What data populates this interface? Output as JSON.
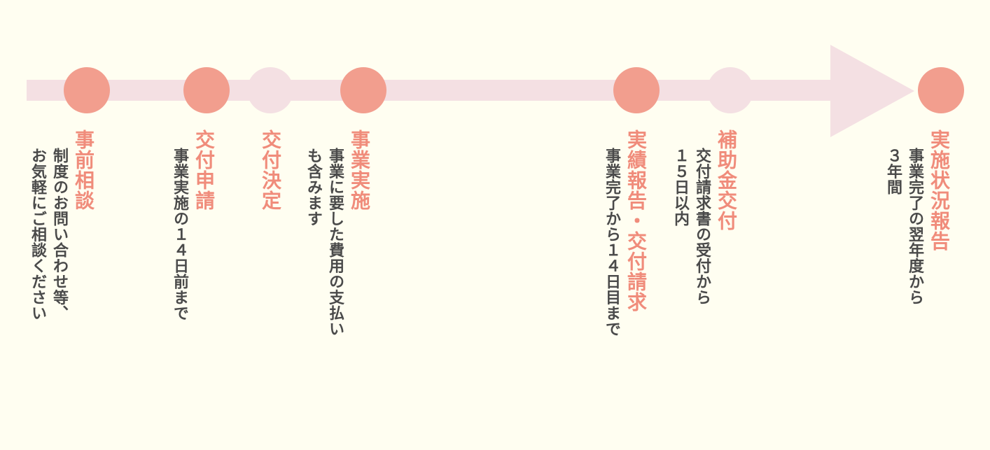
{
  "steps": [
    {
      "title": "事前相談",
      "desc": [
        "制度のお問い合わせ等、",
        "お気軽にご相談ください"
      ]
    },
    {
      "title": "交付申請",
      "desc": [
        "事業実施の１４日前まで"
      ]
    },
    {
      "title": "交付決定",
      "desc": []
    },
    {
      "title": "事業実施",
      "desc": [
        "事業に要した費用の支払い",
        "も含みます"
      ]
    },
    {
      "title": "実績報告・交付請求",
      "desc": [
        "事業完了から１４日目まで"
      ]
    },
    {
      "title": "補助金交付",
      "desc": [
        "交付請求書の受付から",
        "１５日以内"
      ]
    },
    {
      "title": "実施状況報告",
      "desc": [
        "事業完了の翌年度から",
        "３年間"
      ]
    }
  ],
  "colors": {
    "background": "#fffef1",
    "track": "#f4e0e3",
    "major_dot": "#f29e8e",
    "title_text": "#f08c7b",
    "body_text": "#4a4a4a"
  }
}
